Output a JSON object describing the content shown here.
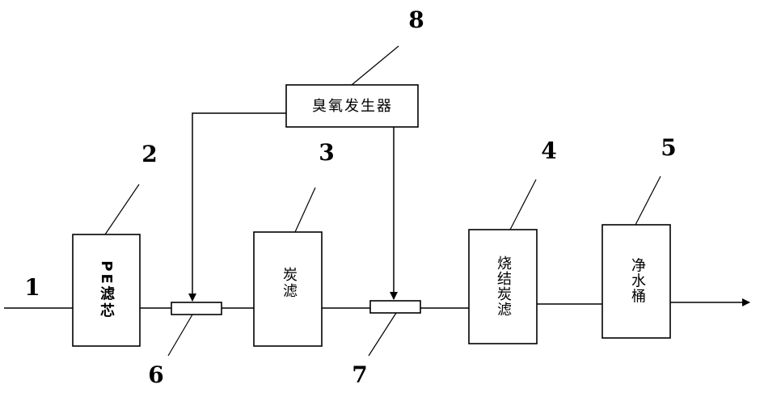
{
  "nodes": {
    "pe_filter": {
      "label": "PE滤芯",
      "number": "2"
    },
    "carbon_filter": {
      "label": "炭滤",
      "number": "3"
    },
    "sintered_carbon": {
      "label": "烧结炭滤",
      "number": "4"
    },
    "water_bucket": {
      "label": "净水桶",
      "number": "5"
    },
    "ozone_generator": {
      "label": "臭氧发生器",
      "number": "8"
    },
    "mixer_a": {
      "number": "6"
    },
    "mixer_b": {
      "number": "7"
    },
    "inlet": {
      "number": "1"
    }
  }
}
